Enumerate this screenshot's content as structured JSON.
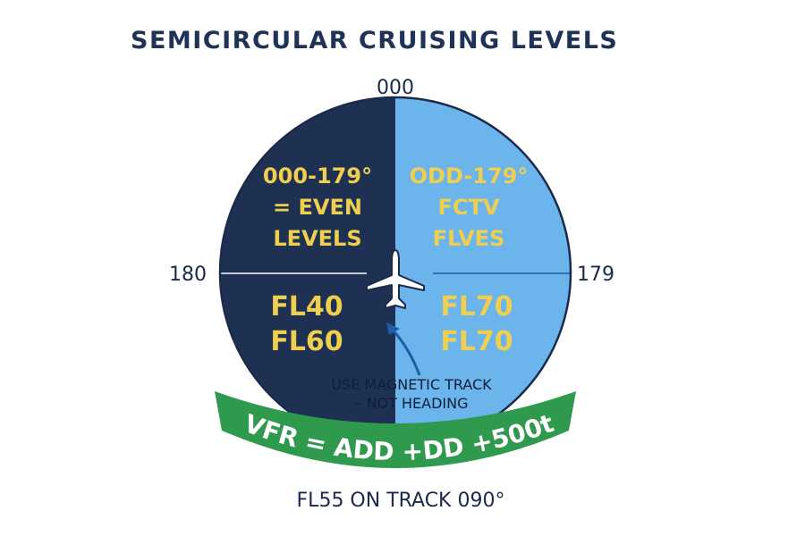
{
  "title": "SEMICIRCULAR CRUISING LEVELS",
  "compass": {
    "top": "000",
    "left": "180",
    "right": "179"
  },
  "left_half": {
    "rule_lines": [
      "000-179°",
      "= EVEN",
      "LEVELS"
    ],
    "levels": [
      "FL40",
      "FL60"
    ]
  },
  "right_half": {
    "rule_lines": [
      "ODD-179°",
      "FCTV",
      "FLVES"
    ],
    "levels": [
      "FL70",
      "FL70"
    ]
  },
  "note_lines": [
    "USE MAGNETIC TRACK",
    "– NOT HEADING"
  ],
  "banner": "VFR = ADD  +DD +500t",
  "example": "FL55 ON TRACK 090°",
  "colors": {
    "left_half": "#1e3153",
    "right_half": "#6cb4ec",
    "banner": "#2f9a4e",
    "level_text": "#f0cf4e",
    "title": "#1f3257"
  },
  "icons": [
    "airplane-icon",
    "curved-arrow-icon"
  ]
}
